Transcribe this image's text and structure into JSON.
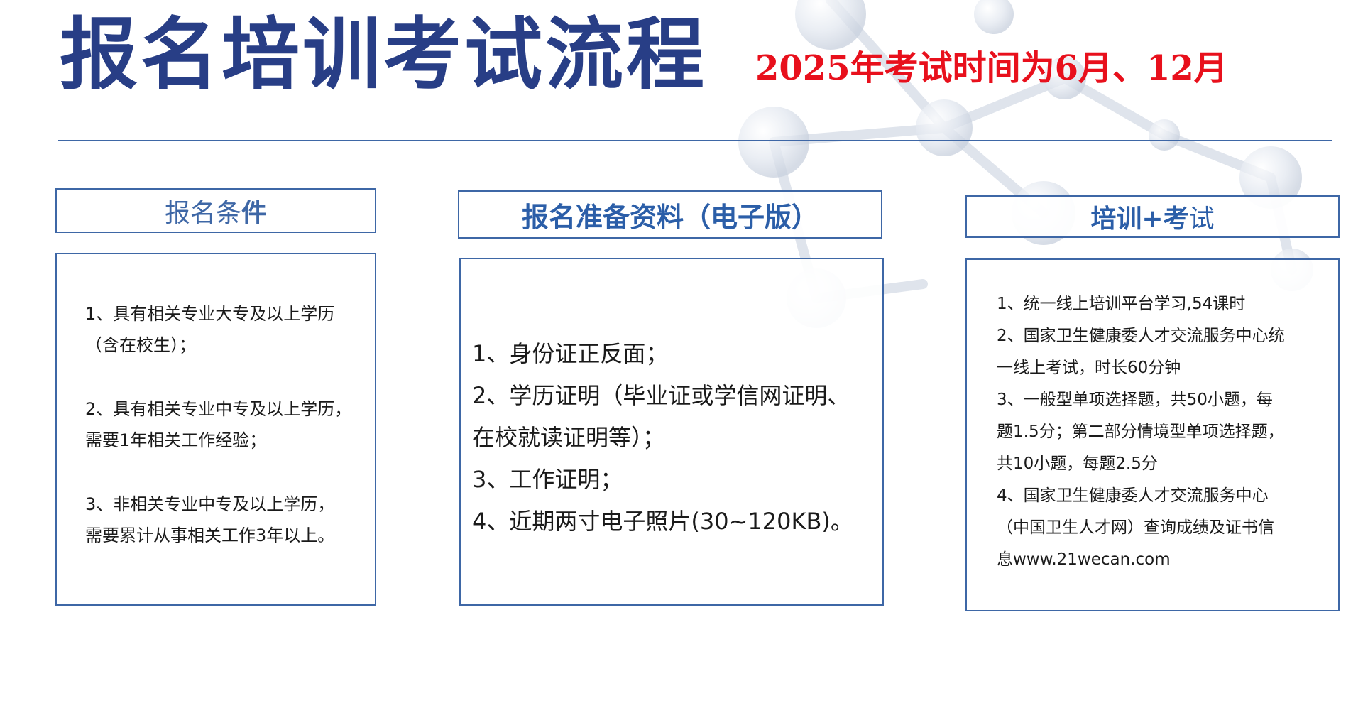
{
  "header": {
    "title": "报名培训考试流程",
    "exam_notice": "2025年考试时间为6月、12月"
  },
  "conditions": {
    "heading_normal": "报名条",
    "heading_bold": "件",
    "items": [
      [
        "1、具有相关专业大专及以上学历",
        "（含在校生）；"
      ],
      [
        "2、具有相关专业中专及以上学历，",
        "需要1年相关工作经验；"
      ],
      [
        "3、非相关专业中专及以上学历，",
        "需要累计从事相关工作3年以上。"
      ]
    ]
  },
  "materials": {
    "heading": "报名准备资料（电子版）",
    "lines": [
      "1、身份证正反面；",
      "2、学历证明（毕业证或学信网证明、",
      "在校就读证明等）；",
      "3、工作证明；",
      "4、近期两寸电子照片(30~120KB)。"
    ]
  },
  "training": {
    "heading_bold": "培训+考",
    "heading_normal": "试",
    "lines": [
      "1、统一线上培训平台学习,54课时",
      "2、国家卫生健康委人才交流服务中心统",
      "一线上考试，时长60分钟",
      "3、一般型单项选择题，共50小题，每",
      "题1.5分；第二部分情境型单项选择题，",
      "共10小题，每题2.5分",
      "4、国家卫生健康委人才交流服务中心",
      "（中国卫生人才网）查询成绩及证书信",
      "息www.21wecan.com"
    ]
  },
  "colors": {
    "title": "#283e86",
    "notice": "#e8101c",
    "border": "#3e67a6",
    "heading_blue": "#2b5ea8"
  }
}
